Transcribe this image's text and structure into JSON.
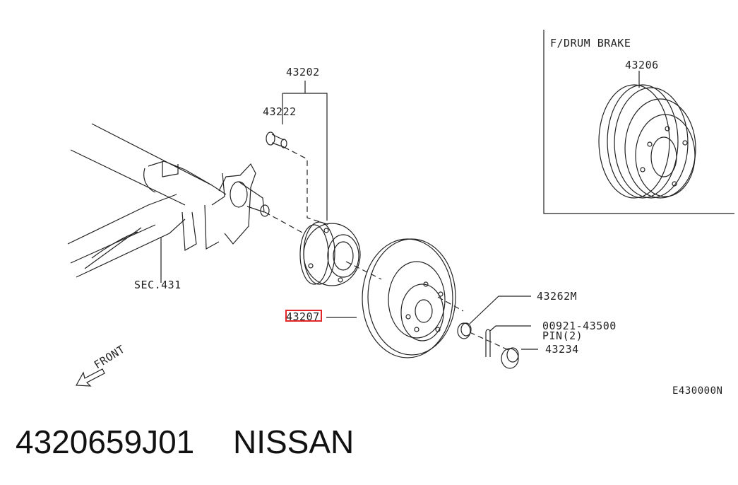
{
  "inset": {
    "title": "F/DRUM BRAKE",
    "part": "43206"
  },
  "labels": {
    "hub_assembly": "43202",
    "bolt": "43222",
    "axle_ref": "SEC.431",
    "disc": "43207",
    "washer": "43262M",
    "pin_number": "00921-43500",
    "pin_name": "PIN(2)",
    "nut": "43234",
    "front": "FRONT",
    "diagram_code": "E430000N"
  },
  "footer": {
    "part_number": "4320659J01",
    "brand": "NISSAN"
  },
  "colors": {
    "line": "#222222",
    "highlight": "#e0282a"
  }
}
